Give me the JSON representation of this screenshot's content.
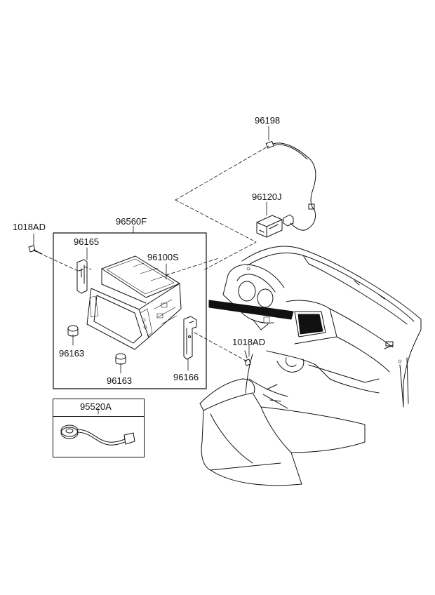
{
  "parts": {
    "antenna_cable": "96198",
    "antenna_module": "96120J",
    "head_unit_assembly": "96560F",
    "mounting_screw_left": "1018AD",
    "mounting_screw_right": "1018AD",
    "bracket_left": "96165",
    "av_unit": "96100S",
    "knob_upper": "96163",
    "knob_lower": "96163",
    "bracket_right": "96166",
    "microphone": "95520A"
  },
  "icons": {
    "screw": "screw-icon",
    "knob": "knob-icon",
    "bracket": "bracket-icon",
    "head_unit": "head-unit-icon",
    "antenna_module": "antenna-module-icon",
    "cable": "cable-icon",
    "microphone": "microphone-icon",
    "dashboard": "dashboard-icon"
  },
  "colors": {
    "line": "#111111",
    "background": "#ffffff"
  }
}
